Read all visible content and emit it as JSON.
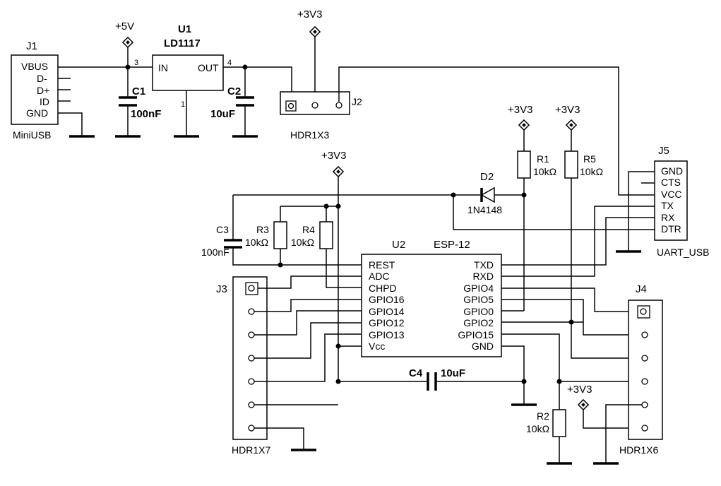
{
  "power": {
    "v5": "+5V",
    "v33": "+3V3"
  },
  "j1": {
    "ref": "J1",
    "name": "MiniUSB",
    "pins": [
      "VBUS",
      "D-",
      "D+",
      "ID",
      "GND"
    ]
  },
  "u1": {
    "ref": "U1",
    "name": "LD1117",
    "in": "IN",
    "out": "OUT",
    "pin_in": "3",
    "pin_out": "4",
    "pin_gnd": "1"
  },
  "c1": {
    "ref": "C1",
    "value": "100nF"
  },
  "c2": {
    "ref": "C2",
    "value": "10uF"
  },
  "c3": {
    "ref": "C3",
    "value": "100nF"
  },
  "c4": {
    "ref": "C4",
    "value": "10uF"
  },
  "j2": {
    "ref": "J2",
    "name": "HDR1X3"
  },
  "d2": {
    "ref": "D2",
    "name": "1N4148"
  },
  "r1": {
    "ref": "R1",
    "value": "10kΩ"
  },
  "r2": {
    "ref": "R2",
    "value": "10kΩ"
  },
  "r3": {
    "ref": "R3",
    "value": "10kΩ"
  },
  "r4": {
    "ref": "R4",
    "value": "10kΩ"
  },
  "r5": {
    "ref": "R5",
    "value": "10kΩ"
  },
  "j5": {
    "ref": "J5",
    "name": "UART_USB",
    "pins": [
      "GND",
      "CTS",
      "VCC",
      "TX",
      "RX",
      "DTR"
    ]
  },
  "u2": {
    "ref": "U2",
    "name": "ESP-12",
    "left_pins": [
      "REST",
      "ADC",
      "CHPD",
      "GPIO16",
      "GPIO14",
      "GPIO12",
      "GPIO13",
      "Vcc"
    ],
    "right_pins": [
      "TXD",
      "RXD",
      "GPIO4",
      "GPIO5",
      "GPIO0",
      "GPIO2",
      "GPIO15",
      "GND"
    ]
  },
  "j3": {
    "ref": "J3",
    "name": "HDR1X7"
  },
  "j4": {
    "ref": "J4",
    "name": "HDR1X6"
  }
}
